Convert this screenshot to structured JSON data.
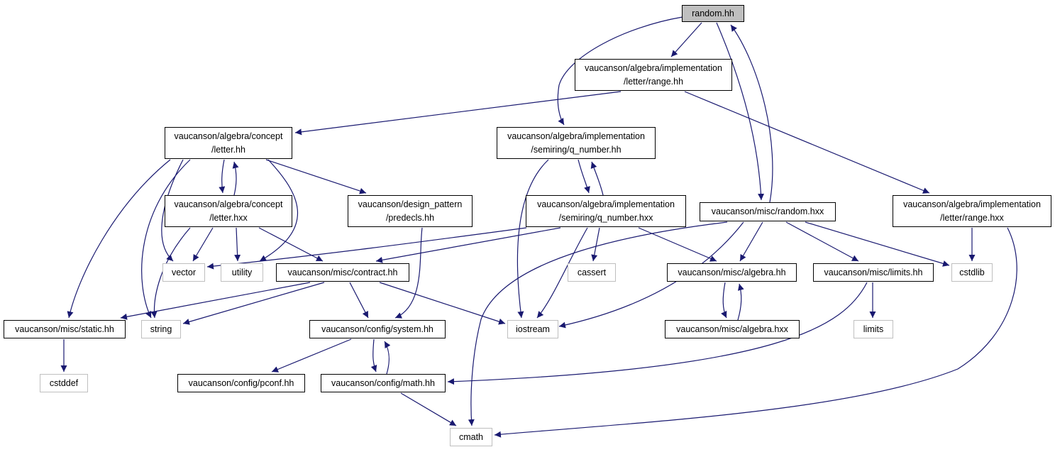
{
  "colors": {
    "edge": "#191970",
    "doc_border": "#000000",
    "sys_border": "#bfbfbf",
    "root_fill": "#bfbfbf"
  },
  "nodes": {
    "random_hh": "random.hh",
    "range_hh": "vaucanson/algebra/implementation\n/letter/range.hh",
    "letter_hh": "vaucanson/algebra/concept\n/letter.hh",
    "q_number_hh": "vaucanson/algebra/implementation\n/semiring/q_number.hh",
    "letter_hxx": "vaucanson/algebra/concept\n/letter.hxx",
    "predecls_hh": "vaucanson/design_pattern\n/predecls.hh",
    "q_number_hxx": "vaucanson/algebra/implementation\n/semiring/q_number.hxx",
    "random_hxx": "vaucanson/misc/random.hxx",
    "range_hxx": "vaucanson/algebra/implementation\n/letter/range.hxx",
    "vector": "vector",
    "utility": "utility",
    "contract_hh": "vaucanson/misc/contract.hh",
    "cassert": "cassert",
    "algebra_hh": "vaucanson/misc/algebra.hh",
    "limits_hh": "vaucanson/misc/limits.hh",
    "cstdlib": "cstdlib",
    "static_hh": "vaucanson/misc/static.hh",
    "string": "string",
    "system_hh": "vaucanson/config/system.hh",
    "iostream": "iostream",
    "algebra_hxx": "vaucanson/misc/algebra.hxx",
    "limits": "limits",
    "cstddef": "cstddef",
    "pconf_hh": "vaucanson/config/pconf.hh",
    "math_hh": "vaucanson/config/math.hh",
    "cmath": "cmath"
  }
}
